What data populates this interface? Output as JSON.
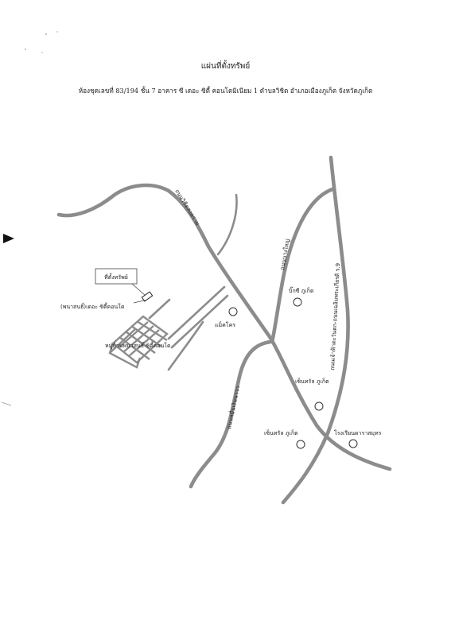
{
  "document": {
    "title": "แผ่นที่ตั้งทรัพย์",
    "subtitle": "ห้องชุดเลขที่ 83/194 ชั้น 7 อาคาร ซี เดอะ ซิตี้ คอนโดมิเนียม 1 ตำบลวิชิต อำเภอเมืองภูเก็ต จังหวัดภูเก็ต"
  },
  "map": {
    "property_label": "ที่ตั้งทรัพย์",
    "road_labels": {
      "wichit_songkhram": "ถนนวิชิตสงคราม",
      "bang_yai": "ถนนบางใหญ่",
      "chao_fa": "ถนนเจ้าฟ้าตะวันตก-ถนนเฉลิมพระเกียรติ ร.9",
      "muen_ngoen": "ถนนหมื่นเงินนาวา"
    },
    "place_labels": {
      "condo": "(พนาสนธิ์)เดอะ ซิตี้คอนโด",
      "village": "หมู่บ้านพนาสนธิ์ ซิตี้คอนโด",
      "makro": "แม็คโคร",
      "bigc": "บิ๊กซี ภูเก็ต",
      "central_1": "เซ็นทรัล ภูเก็ต",
      "central_2": "เซ็นทรัล ภูเก็ต",
      "school": "โรงเรียนดาราสมุทร"
    },
    "icons": {
      "landmark": "circle-marker-icon",
      "edge_marker": "triangle-pointer-icon"
    }
  }
}
